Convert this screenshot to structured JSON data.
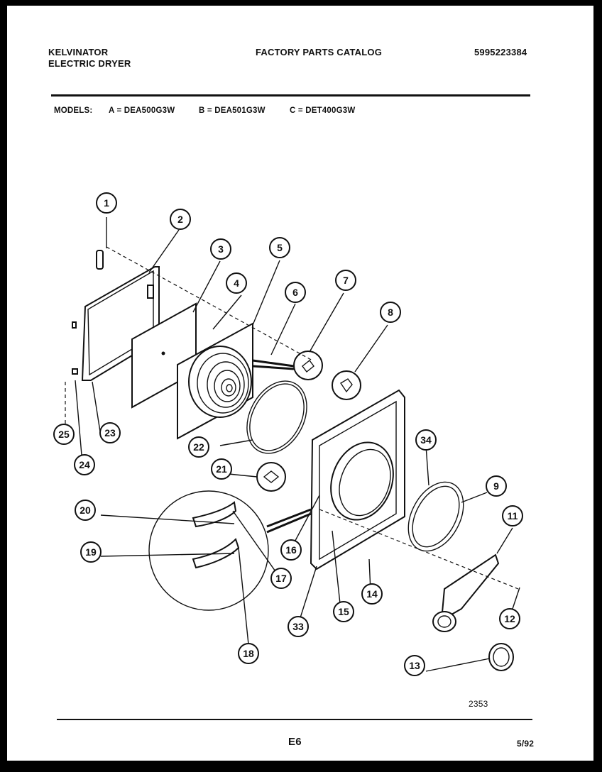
{
  "header": {
    "brand": "KELVINATOR",
    "product": "ELECTRIC DRYER",
    "catalog_title": "FACTORY PARTS CATALOG",
    "catalog_number": "5995223384"
  },
  "models": {
    "label": "MODELS:",
    "a": "A = DEA500G3W",
    "b": "B = DEA501G3W",
    "c": "C = DET400G3W"
  },
  "diagram": {
    "figure_number": "2353",
    "callouts": [
      "1",
      "2",
      "3",
      "4",
      "5",
      "6",
      "7",
      "8",
      "9",
      "11",
      "12",
      "13",
      "14",
      "15",
      "16",
      "17",
      "18",
      "19",
      "20",
      "21",
      "22",
      "23",
      "24",
      "25",
      "33",
      "34"
    ]
  },
  "footer": {
    "section_code": "E6",
    "date": "5/92"
  }
}
